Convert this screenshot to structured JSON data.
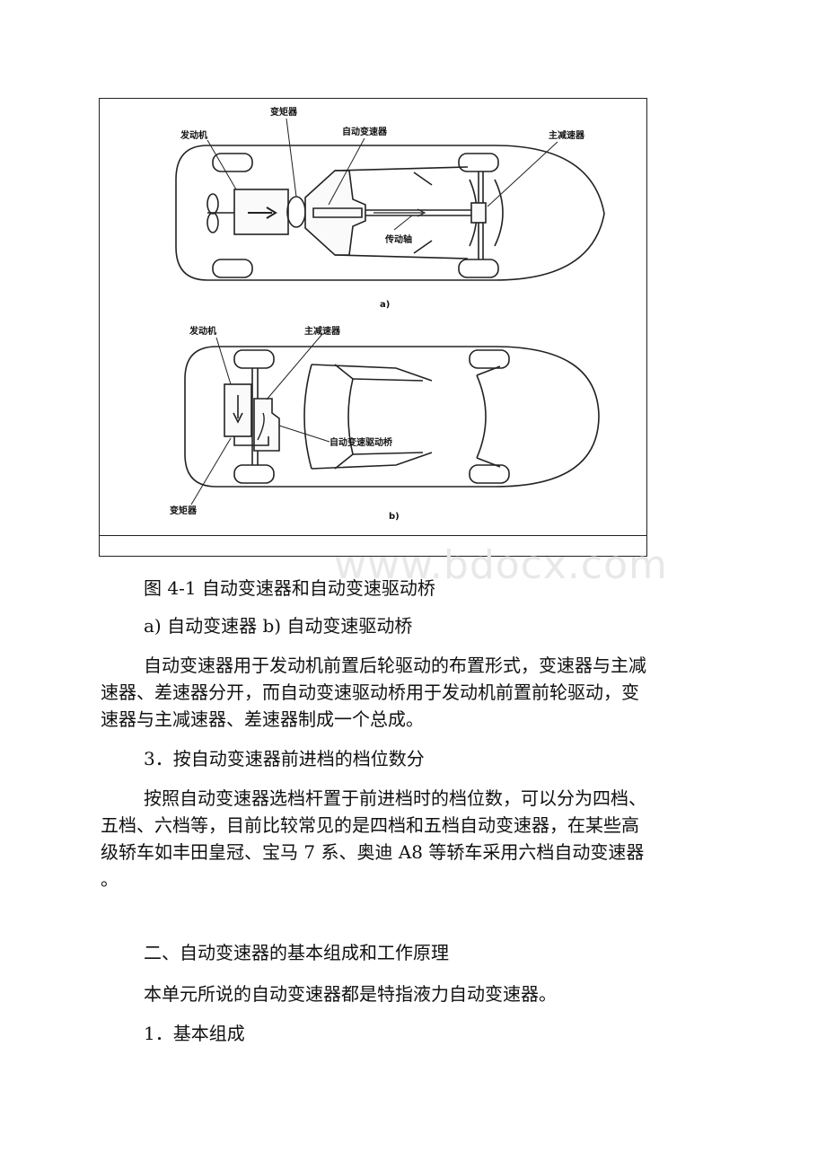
{
  "figure": {
    "part_a": {
      "label": "a)",
      "engine": "发动机",
      "torque_converter": "变矩器",
      "auto_transmission": "自动变速器",
      "final_drive": "主减速器",
      "drive_shaft": "传动轴"
    },
    "part_b": {
      "label": "b)",
      "engine": "发动机",
      "final_drive": "主减速器",
      "transaxle": "自动变速驱动桥",
      "torque_converter": "变矩器"
    }
  },
  "watermark": "www.bdocx.com",
  "caption": "图 4-1 自动变速器和自动变速驱动桥",
  "subcaption": "a) 自动变速器 b) 自动变速驱动桥",
  "para1_line1": "自动变速器用于发动机前置后轮驱动的布置形式，变速器与主减",
  "para1_line2": "速器、差速器分开，而自动变速驱动桥用于发动机前置前轮驱动，变",
  "para1_line3": "速器与主减速器、差速器制成一个总成。",
  "heading3": "3．按自动变速器前进档的档位数分",
  "para2_line1": "按照自动变速器选档杆置于前进档时的档位数，可以分为四档、",
  "para2_line2": "五档、六档等，目前比较常见的是四档和五档自动变速器，在某些高",
  "para2_line3": "级轿车如丰田皇冠、宝马 7 系、奥迪 A8 等轿车采用六档自动变速器",
  "para2_line4": "。",
  "section2_title": "二、自动变速器的基本组成和工作原理",
  "para3": "本单元所说的自动变速器都是特指液力自动变速器。",
  "heading1": "1．基本组成"
}
